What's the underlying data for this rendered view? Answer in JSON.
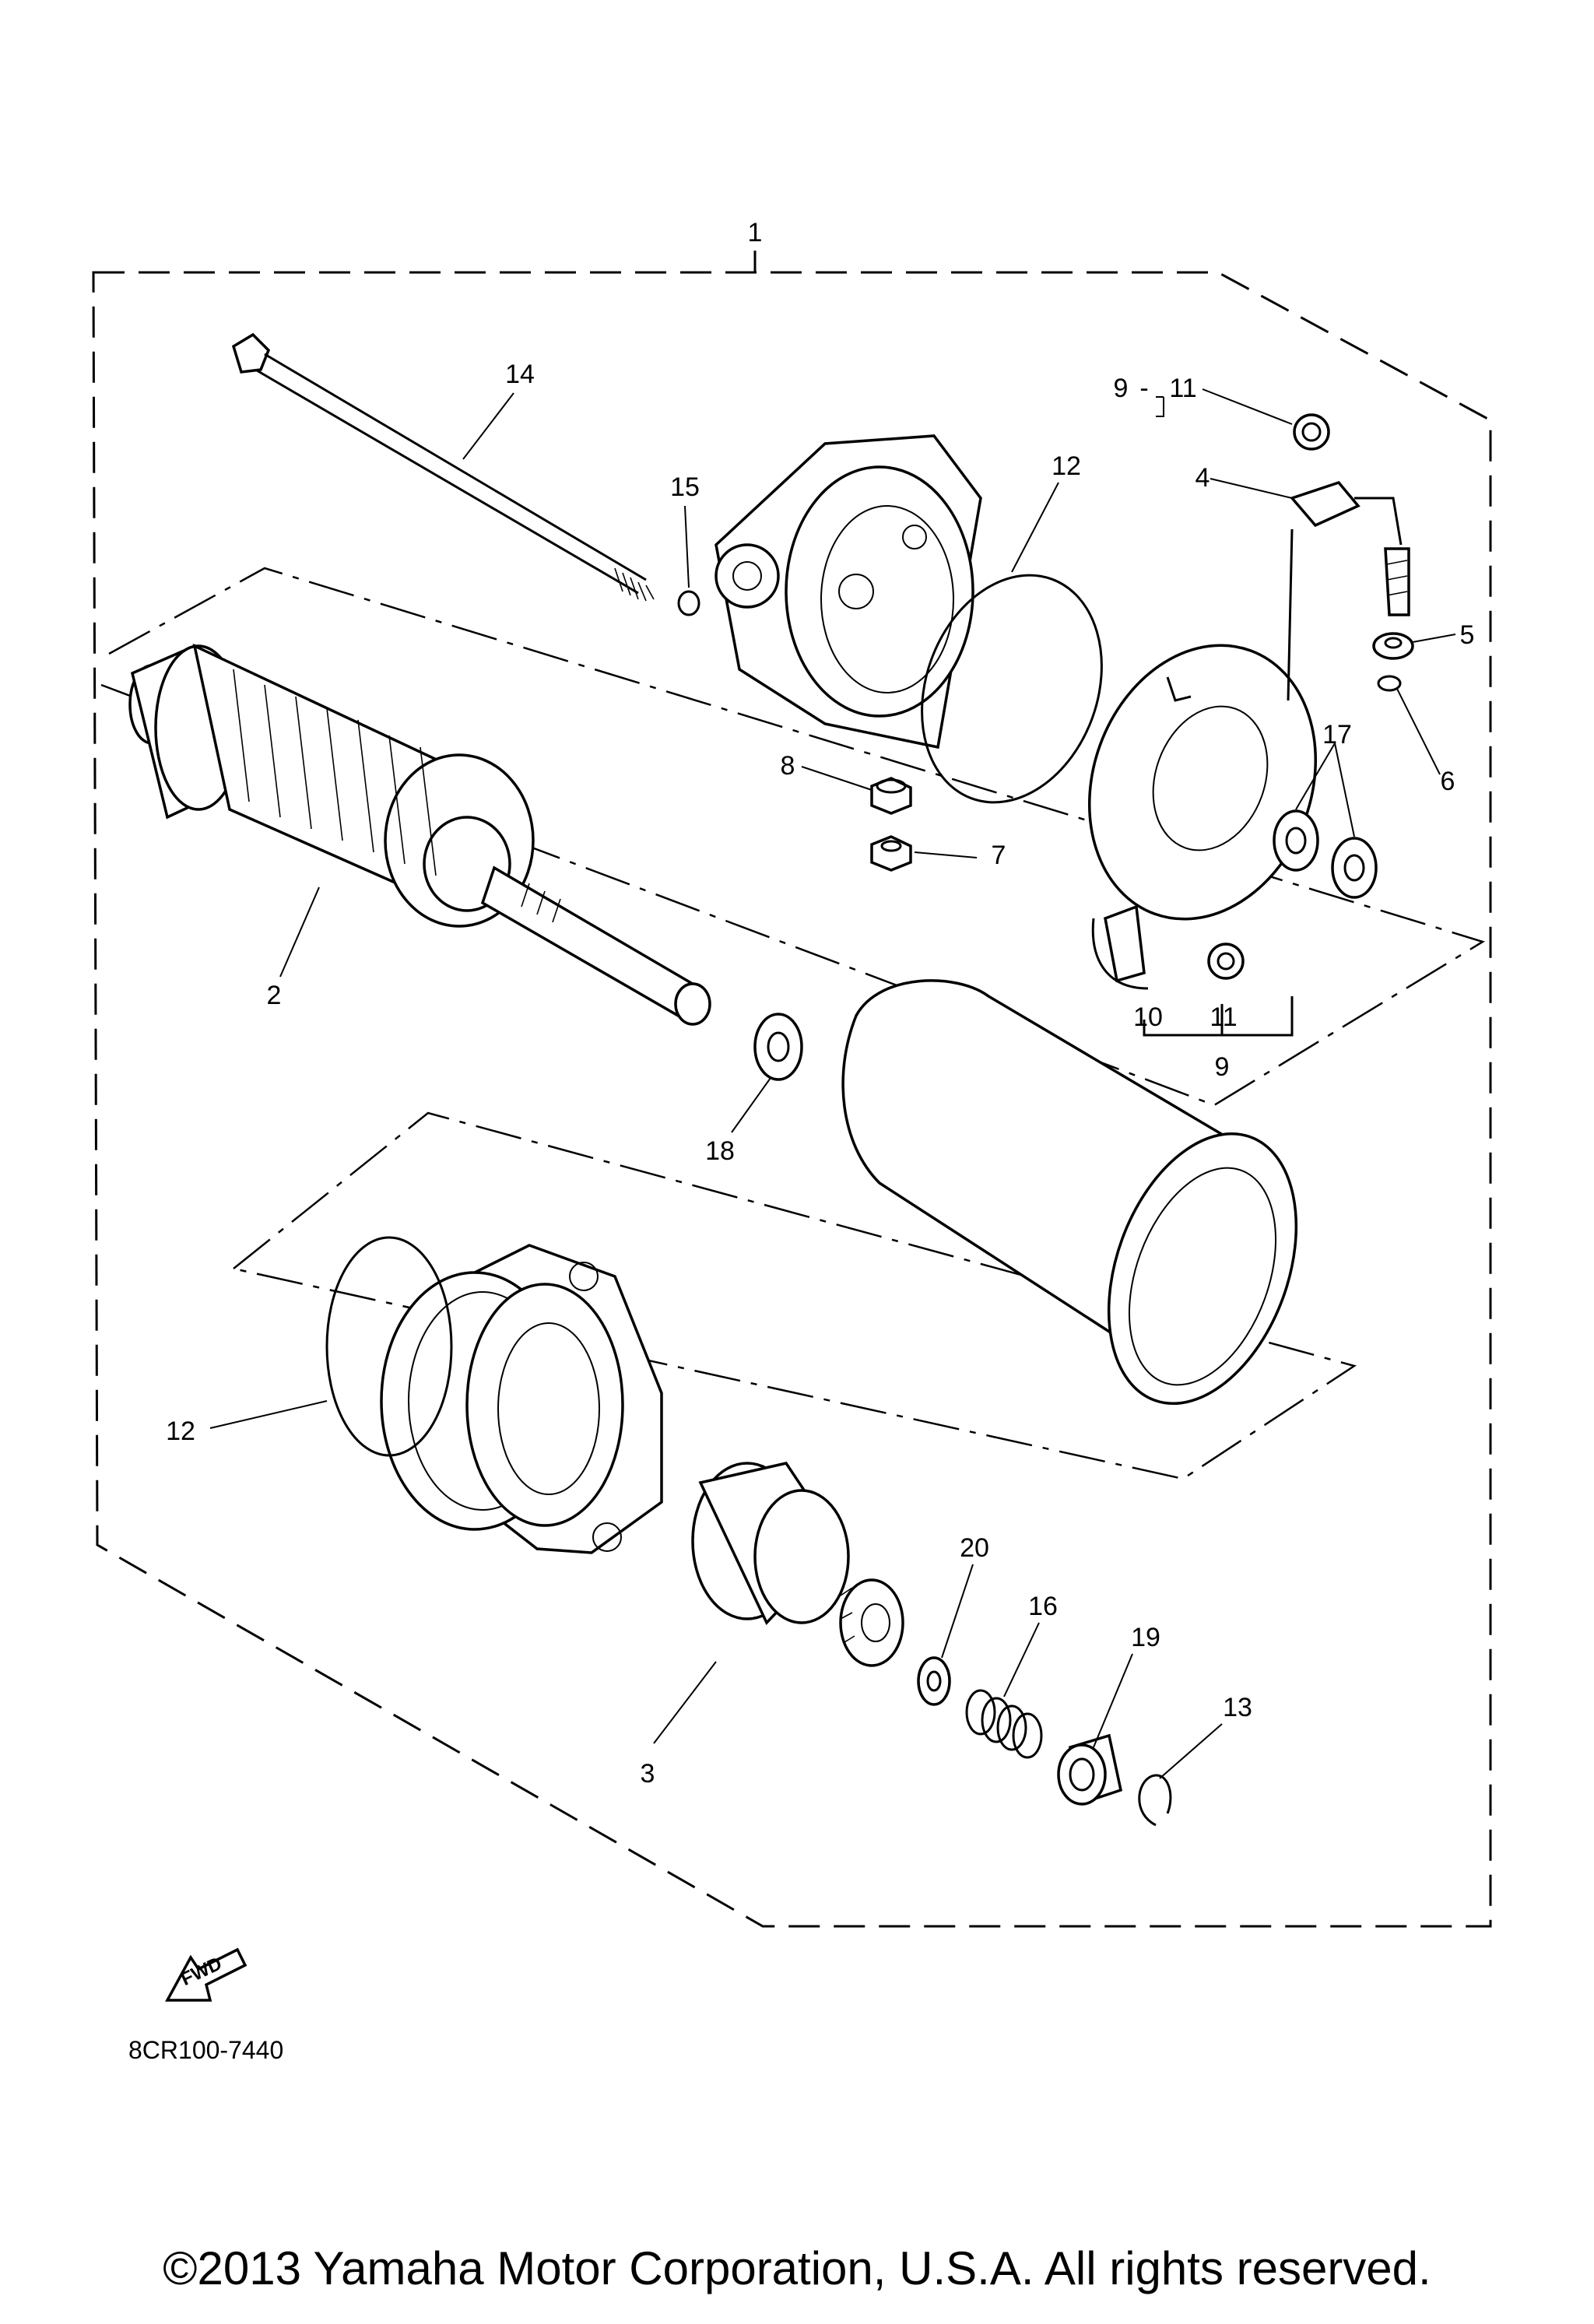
{
  "callouts": {
    "c1": "1",
    "c2": "2",
    "c3": "3",
    "c4": "4",
    "c5": "5",
    "c6": "6",
    "c7": "7",
    "c8": "8",
    "c9a": "9",
    "c9b": "9",
    "c10": "10",
    "c11a": "11",
    "c11b": "11",
    "c12a": "12",
    "c12b": "12",
    "c13": "13",
    "c14": "14",
    "c15": "15",
    "c16": "16",
    "c17": "17",
    "c18": "18",
    "c19": "19",
    "c20": "20"
  },
  "fwd_label": "FWD",
  "diagram_code": "8CR100-7440",
  "copyright": "©2013 Yamaha Motor Corporation, U.S.A. All rights reserved."
}
